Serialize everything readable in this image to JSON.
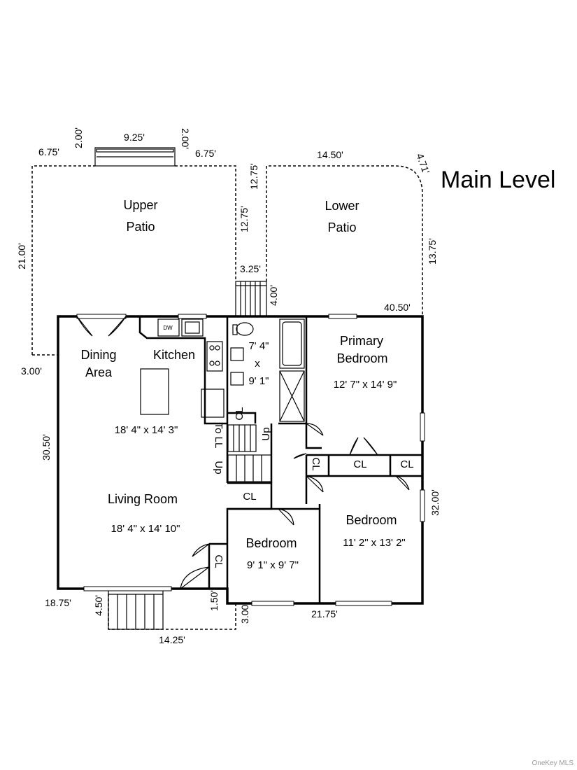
{
  "title": "Main Level",
  "watermark": "OneKey MLS",
  "rooms": {
    "upper_patio": [
      "Upper",
      "Patio"
    ],
    "lower_patio": [
      "Lower",
      "Patio"
    ],
    "dining": [
      "Dining",
      "Area"
    ],
    "kitchen": "Kitchen",
    "kitchen_size": "18' 4\" x 14' 3\"",
    "bath_size": [
      "7' 4\"",
      "x",
      "9' 1\""
    ],
    "primary": [
      "Primary",
      "Bedroom"
    ],
    "primary_size": "12' 7\" x 14' 9\"",
    "living": "Living Room",
    "living_size": "18' 4\" x 14' 10\"",
    "bedroom2": "Bedroom",
    "bedroom2_size": "11' 2\" x 13' 2\"",
    "bedroom3": "Bedroom",
    "bedroom3_size": "9' 1\" x 9' 7\""
  },
  "labels": {
    "closet": "CL",
    "dishwasher": "DW",
    "to_ll": "To LL",
    "up": "Up"
  },
  "dimensions": {
    "d_6_75_left": "6.75'",
    "d_2_00_left": "2.00'",
    "d_9_25": "9.25'",
    "d_2_00_right": "2.00'",
    "d_6_75_right": "6.75'",
    "d_14_50": "14.50'",
    "d_4_71": "4.71'",
    "d_12_75_a": "12.75'",
    "d_12_75_b": "12.75'",
    "d_21_00": "21.00'",
    "d_13_75": "13.75'",
    "d_3_25": "3.25'",
    "d_4_00": "4.00'",
    "d_40_50": "40.50'",
    "d_3_00_left": "3.00'",
    "d_30_50": "30.50'",
    "d_32_00": "32.00'",
    "d_18_75": "18.75'",
    "d_4_50": "4.50'",
    "d_1_50": "1.50'",
    "d_3_00_bottom": "3.00'",
    "d_21_75": "21.75'",
    "d_14_25": "14.25'"
  }
}
